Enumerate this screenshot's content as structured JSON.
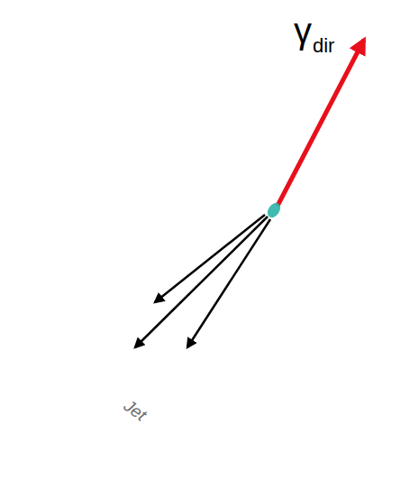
{
  "diagram": {
    "nodes": [
      {
        "text": [
          "Jet"
        ]
      }
    ],
    "labels": [
      "γ",
      "dir"
    ]
  }
}
